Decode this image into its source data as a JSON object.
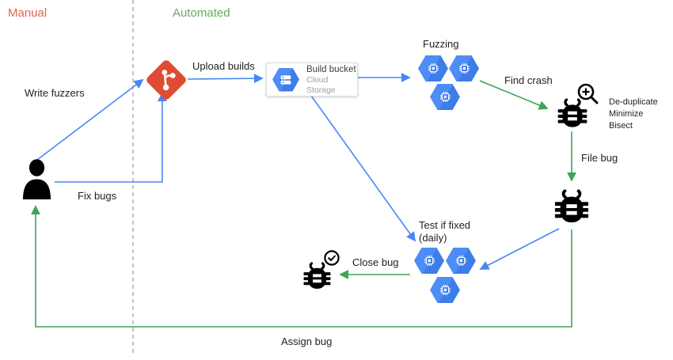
{
  "sections": {
    "manual": "Manual",
    "automated": "Automated"
  },
  "labels": {
    "write_fuzzers": "Write fuzzers",
    "fix_bugs": "Fix bugs",
    "upload_builds": "Upload builds",
    "fuzzing": "Fuzzing",
    "find_crash": "Find crash",
    "file_bug": "File bug",
    "close_bug": "Close bug",
    "assign_bug": "Assign bug",
    "test_if_fixed_line1": "Test if fixed",
    "test_if_fixed_line2": "(daily)",
    "dedupe_line1": "De-duplicate",
    "dedupe_line2": "Minimize",
    "dedupe_line3": "Bisect"
  },
  "build_bucket": {
    "title": "Build bucket",
    "subtitle": "Cloud Storage"
  },
  "icon_names": {
    "person": "person-icon",
    "git": "git-icon",
    "cloud_storage": "cloud-storage-hexagon-icon",
    "compute_hexagon": "compute-hexagon-icon",
    "bug": "bug-icon",
    "magnifier": "magnifier-plus-icon",
    "check": "check-circle-icon"
  },
  "colors": {
    "manual_label": "#DD655B",
    "automated_label": "#67A95C",
    "arrow_blue": "#4687F4",
    "arrow_green": "#3DA45C",
    "hexagon_blue": "#4285F4",
    "git_orange": "#E04B33",
    "text": "#1F1F1F",
    "subtitle_gray": "#9AA0A6",
    "divider_gray": "#A0A0A0"
  }
}
